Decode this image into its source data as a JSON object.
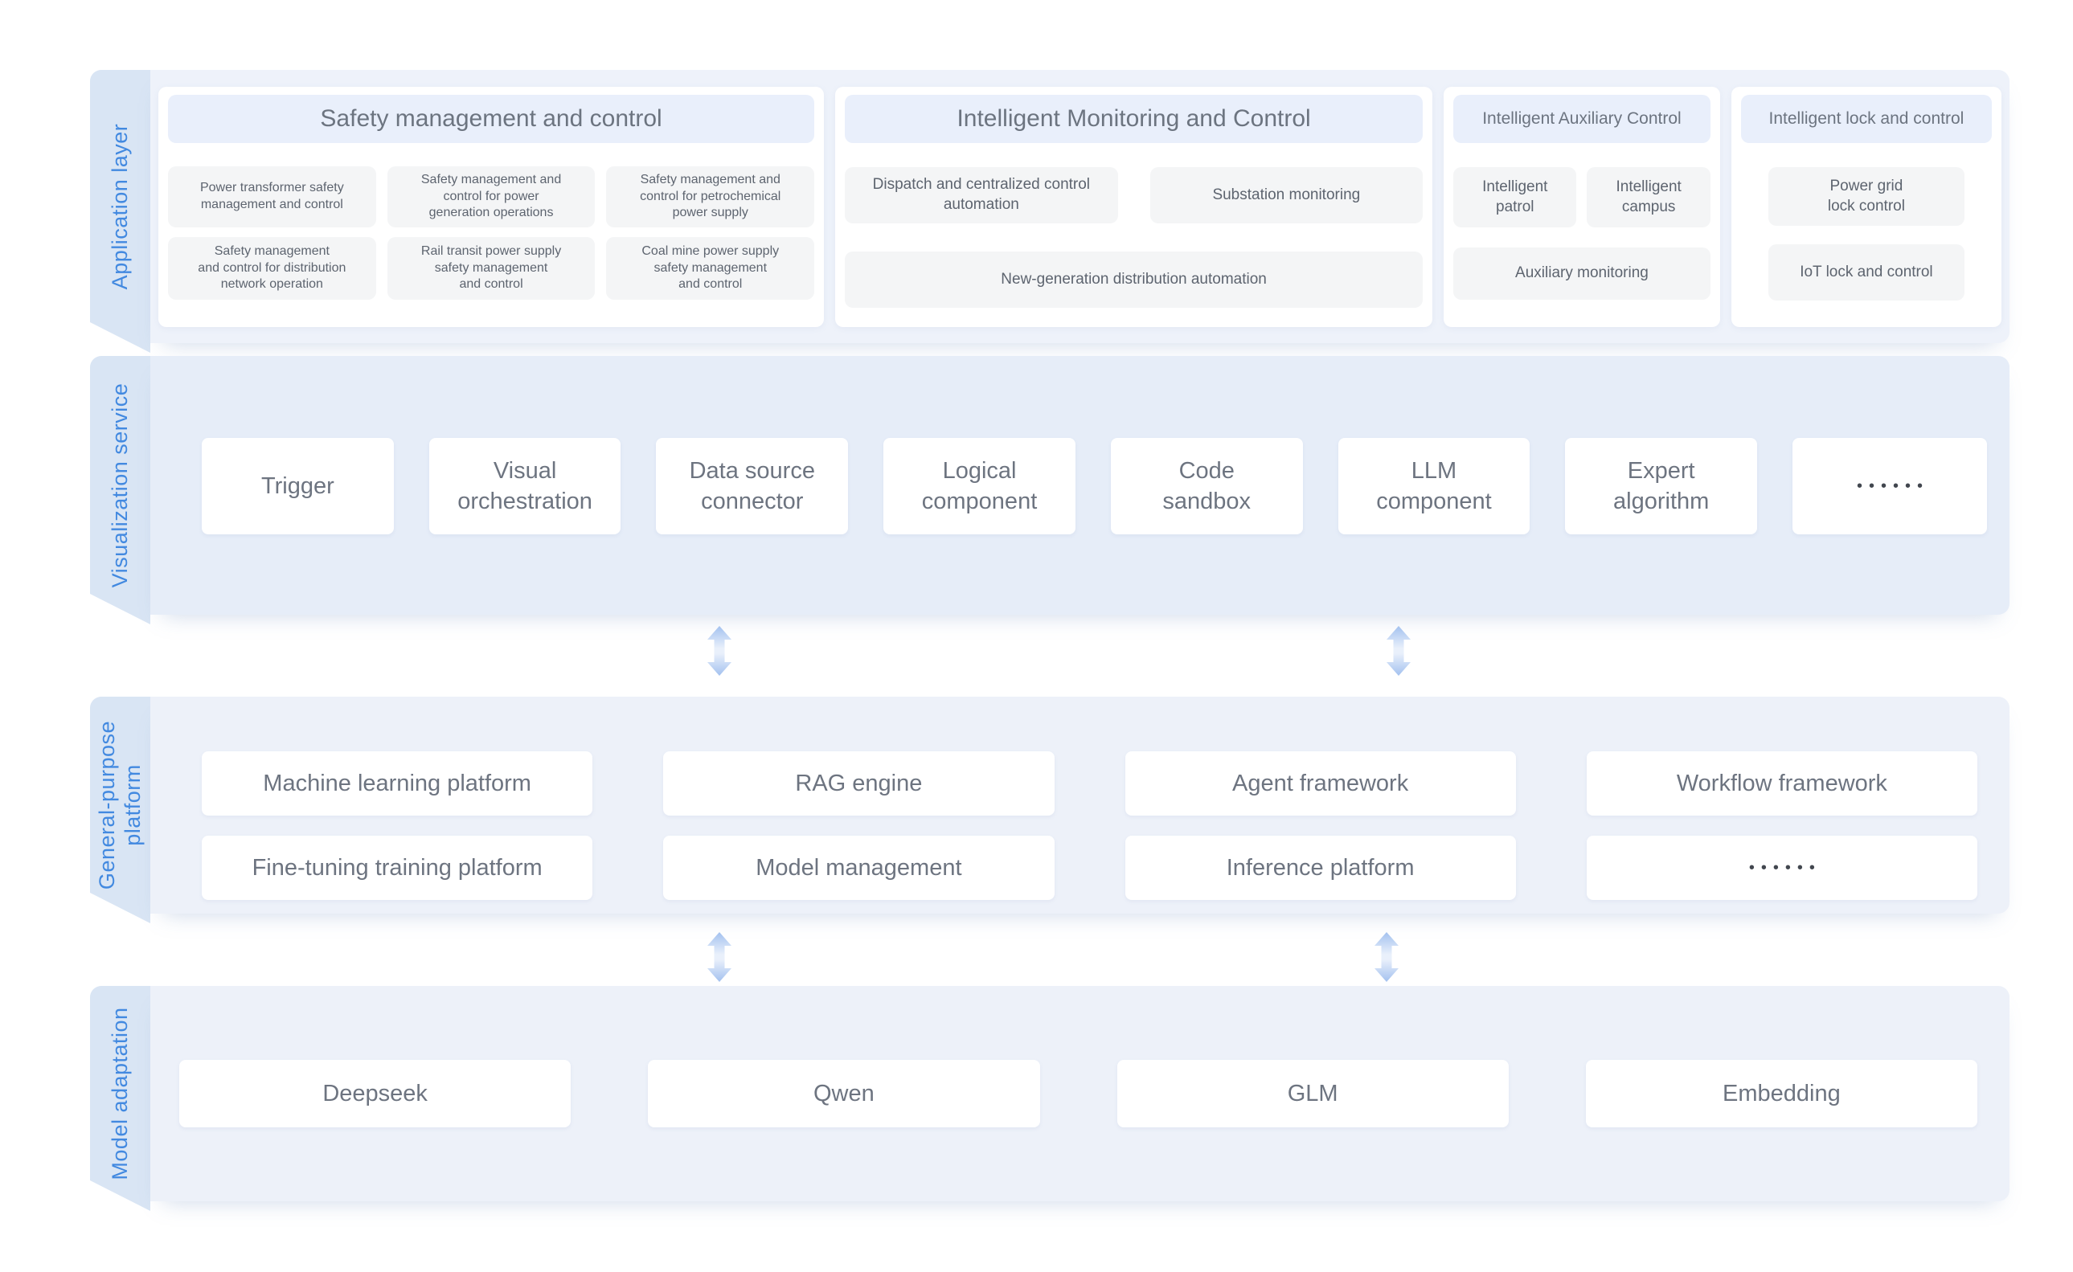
{
  "colors": {
    "accent_blue": "#4289e0",
    "tab_bg": "#d9e5f4",
    "band_bg": "#edf1f9",
    "visualization_band_bg": "#e6edf8",
    "pill_bg": "#e9effb",
    "card_bg": "#f4f5f6",
    "card_text": "#5d646f",
    "box_text": "#6d7480"
  },
  "layers": {
    "application": {
      "label": "Application layer",
      "panels": [
        {
          "title": "Safety management and control",
          "items": [
            "Power transformer safety\nmanagement and control",
            "Safety management and\ncontrol for power\ngeneration operations",
            "Safety management and\ncontrol for petrochemical\npower supply",
            "Safety management\nand control for distribution\nnetwork operation",
            "Rail transit power supply\nsafety management\nand control",
            "Coal mine power supply\nsafety management\nand control"
          ]
        },
        {
          "title": "Intelligent Monitoring and Control",
          "items": [
            "Dispatch and centralized control\nautomation",
            "Substation monitoring",
            "New-generation distribution automation"
          ]
        },
        {
          "title": "Intelligent Auxiliary Control",
          "items": [
            "Intelligent\npatrol",
            "Intelligent\ncampus",
            "Auxiliary monitoring"
          ]
        },
        {
          "title": "Intelligent lock and control",
          "items": [
            "Power grid\nlock control",
            "IoT lock and control"
          ]
        }
      ]
    },
    "visualization": {
      "label": "Visualization service",
      "boxes": [
        "Trigger",
        "Visual\norchestration",
        "Data source\nconnector",
        "Logical\ncomponent",
        "Code\nsandbox",
        "LLM\ncomponent",
        "Expert\nalgorithm",
        "••••••"
      ]
    },
    "platform": {
      "label": "General-purpose platform",
      "boxes": [
        "Machine learning platform",
        "RAG engine",
        "Agent framework",
        "Workflow framework",
        "Fine-tuning training platform",
        "Model management",
        "Inference platform",
        "••••••"
      ]
    },
    "models": {
      "label": "Model adaptation",
      "boxes": [
        "Deepseek",
        "Qwen",
        "GLM",
        "Embedding"
      ]
    }
  }
}
